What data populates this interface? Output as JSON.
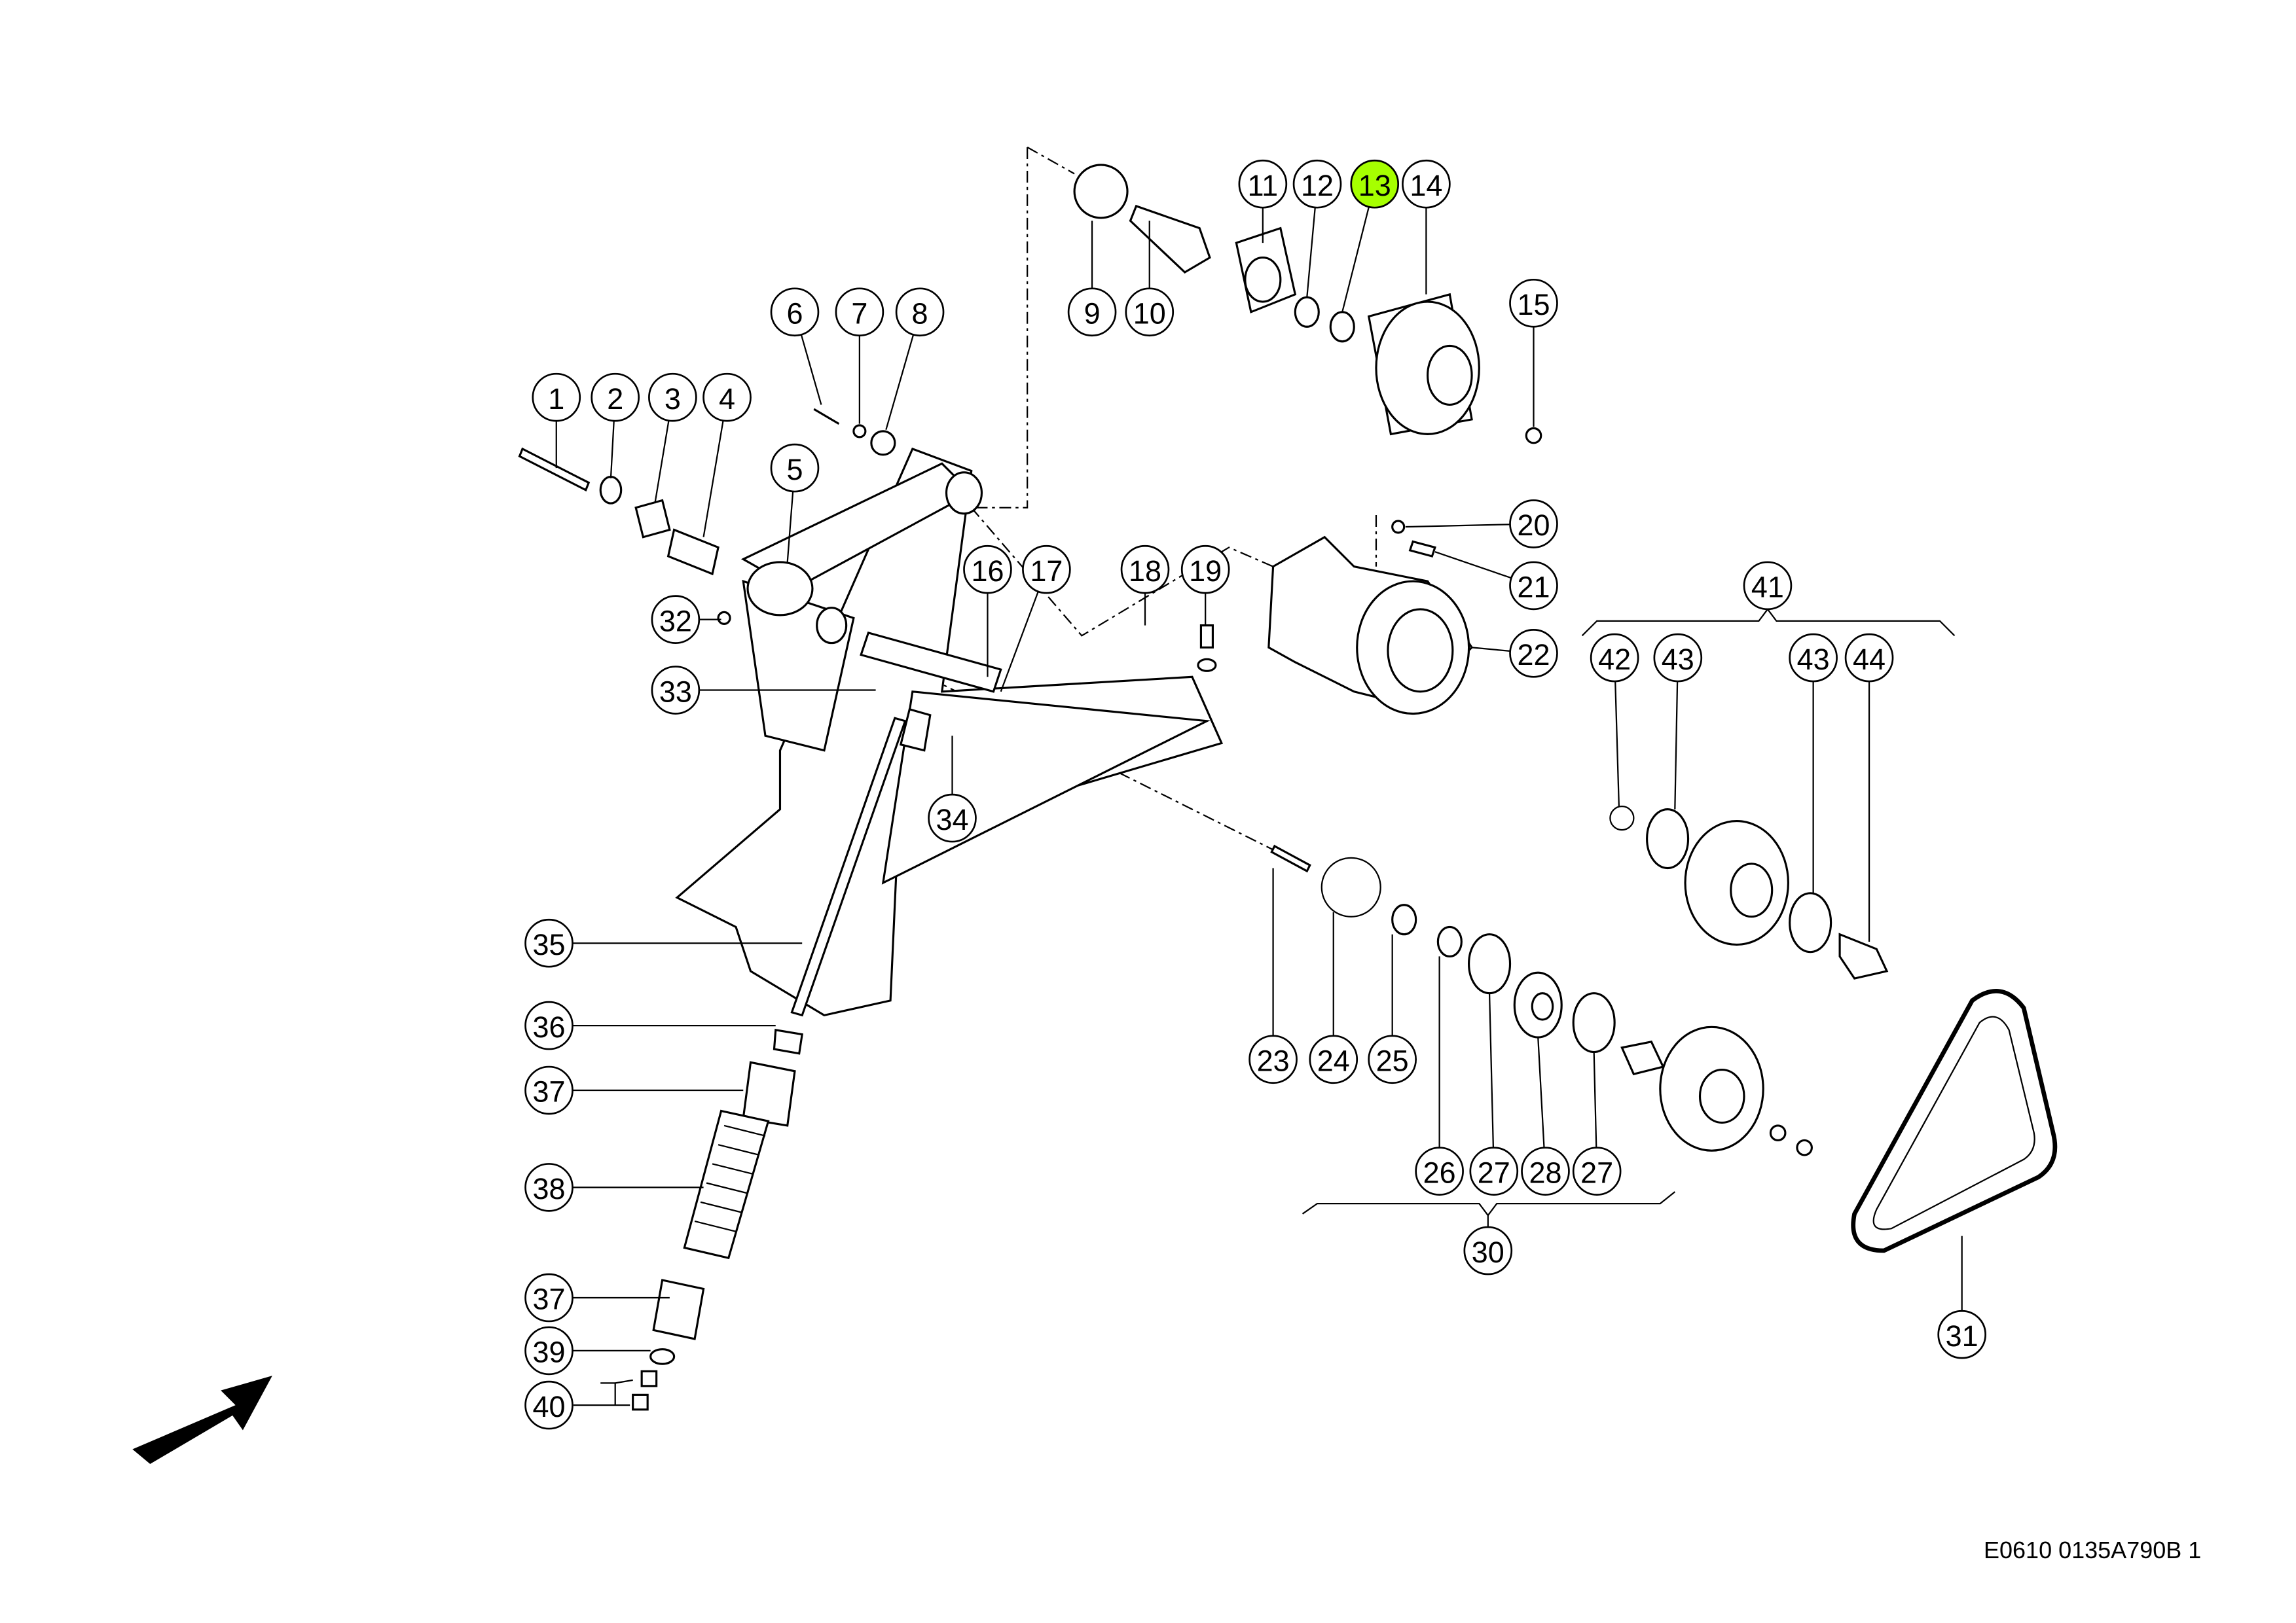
{
  "diagram": {
    "highlight_color": "#a6ff00",
    "highlighted_callout": "13",
    "callouts": [
      "1",
      "2",
      "3",
      "4",
      "5",
      "6",
      "7",
      "8",
      "9",
      "10",
      "11",
      "12",
      "13",
      "14",
      "15",
      "16",
      "17",
      "18",
      "19",
      "20",
      "21",
      "22",
      "23",
      "24",
      "25",
      "26",
      "27",
      "28",
      "27",
      "30",
      "31",
      "32",
      "33",
      "34",
      "35",
      "36",
      "37",
      "38",
      "37",
      "39",
      "40",
      "41",
      "42",
      "43",
      "43",
      "44"
    ]
  },
  "footer": {
    "drawing_code": "E0610 0135A790B 1"
  }
}
